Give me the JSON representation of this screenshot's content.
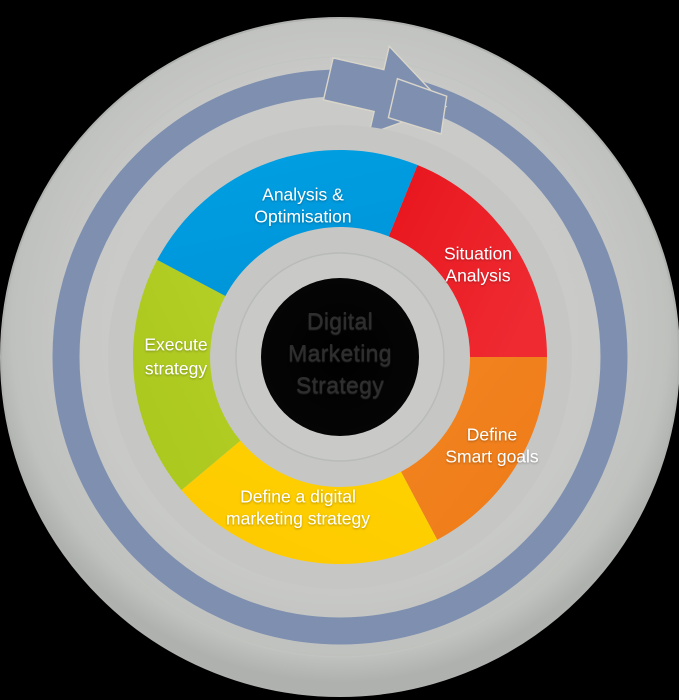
{
  "diagram": {
    "title": "Digital Marketing Strategy",
    "hub": {
      "lines": [
        "Digital",
        "Marketing",
        "Strategy"
      ],
      "text_color": "#2f2f2f",
      "fill_color": "#000000"
    },
    "background_color": "#000000",
    "outer_disc_color": "#c9cac8",
    "outer_disc_edge_color": "#b4b6b3",
    "gap_ring_color": "#c3c5c2",
    "arrow_ring": {
      "color": "#7e8fb0",
      "arrow_name": "clockwise-cycle-arrow",
      "direction": "clockwise"
    },
    "inner_ring_color": "#c9cac8",
    "segments": [
      {
        "id": "situation-analysis",
        "label": "Situation Analysis",
        "lines": [
          "Situation",
          "Analysis"
        ],
        "color": "#ed1c24",
        "start_angle": -68,
        "end_angle": 0
      },
      {
        "id": "define-smart-goals",
        "label": "Define Smart goals",
        "lines": [
          "Define",
          "Smart goals"
        ],
        "color": "#f07f1e",
        "start_angle": 0,
        "end_angle": 62
      },
      {
        "id": "define-a-digital-marketing-strategy",
        "label": "Define a digital marketing strategy",
        "lines": [
          "Define a digital",
          "marketing strategy"
        ],
        "color": "#ffcc00",
        "start_angle": 62,
        "end_angle": 140
      },
      {
        "id": "execute-strategy",
        "label": "Execute strategy",
        "lines": [
          "Execute",
          "strategy"
        ],
        "color": "#aecb21",
        "start_angle": 140,
        "end_angle": 208
      },
      {
        "id": "analysis-and-optimisation",
        "label": "Analysis & Optimisation",
        "lines": [
          "Analysis &",
          "Optimisation"
        ],
        "color": "#0099dd",
        "start_angle": 208,
        "end_angle": 292
      }
    ]
  }
}
